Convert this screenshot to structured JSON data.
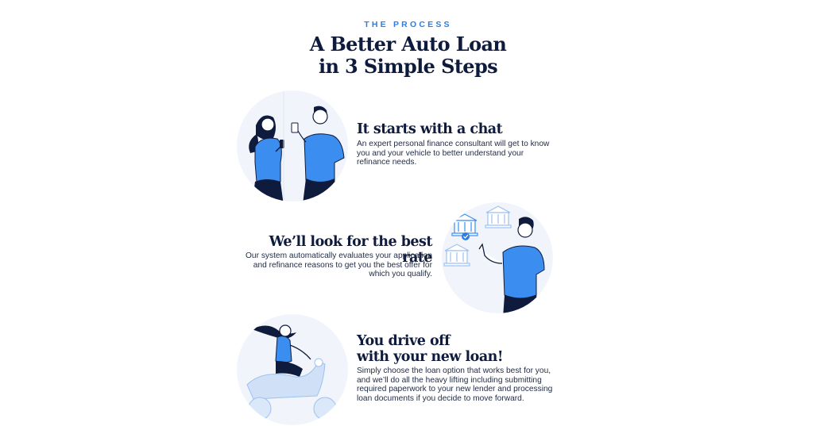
{
  "header": {
    "eyebrow": "THE PROCESS",
    "title_line1": "A Better Auto Loan",
    "title_line2": "in 3 Simple Steps"
  },
  "steps": [
    {
      "title": "It starts with a chat",
      "description": "An expert personal finance consultant will get to know you and your vehicle to better understand your refinance needs.",
      "illustration": "couple-chatting-illustration"
    },
    {
      "title": "We’ll look for the best rate",
      "description": "Our system automatically evaluates your application and refinance reasons to get you the best offer for which you qualify.",
      "illustration": "banks-comparison-illustration"
    },
    {
      "title_line1": "You drive off",
      "title_line2": "with your new loan!",
      "description": "Simply choose the loan option that works best for you, and we’ll do all the heavy lifting including submitting required paperwork to your new lender and processing loan documents if you decide to move forward.",
      "illustration": "woman-on-scooter-illustration"
    }
  ],
  "colors": {
    "accent": "#2f7de1",
    "figure_blue": "#3b8ef0",
    "navy": "#0f1b3d",
    "circle_bg": "#f1f5fb"
  }
}
